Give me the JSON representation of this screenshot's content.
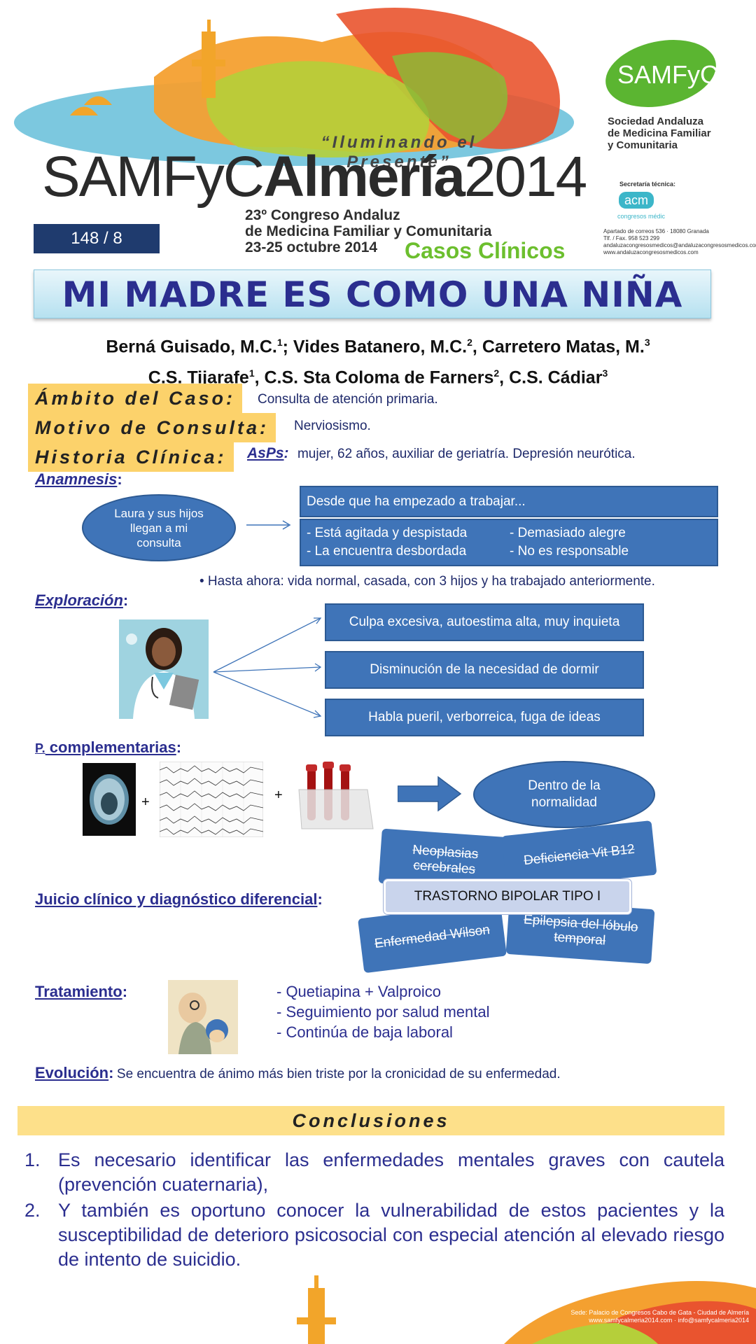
{
  "header": {
    "tagline": "“Iluminando el Presente”",
    "brand_part1": "SAMFyC",
    "brand_part2": "Almería",
    "brand_part3": "2014",
    "congress_line1": "23º Congreso Andaluz",
    "congress_line2": "de Medicina Familiar y Comunitaria",
    "congress_line3": "23-25 octubre 2014",
    "casos": "Casos Clínicos",
    "code": "148 / 8",
    "logo_text": "SAMFyC",
    "society_line1": "Sociedad Andaluza",
    "society_line2": "de Medicina Familiar",
    "society_line3": "y Comunitaria",
    "secretaria_label": "Secretaría técnica:",
    "acm_text": "acm",
    "acm_sub": "congresos médicos",
    "address_line1": "Apartado de correos 536 · 18080 Granada",
    "address_line2": "Tlf. / Fax. 958 523 299",
    "address_line3": "andaluzacongresosmedicos@andaluzacongresosmedicos.com",
    "address_line4": "www.andaluzacongresosmedicos.com"
  },
  "title": "MI MADRE ES COMO UNA NIÑA",
  "authors": {
    "line1_a": "Berná Guisado, M.C.",
    "line1_sup1": "1",
    "line1_b": "; Vides Batanero, M.C.",
    "line1_sup2": "2",
    "line1_c": ", Carretero Matas, M.",
    "line1_sup3": "3",
    "line2_a": "C.S. Tijarafe",
    "line2_sup1": "1",
    "line2_b": ", C.S. Sta Coloma de Farners",
    "line2_sup2": "2",
    "line2_c": ", C.S. Cádiar",
    "line2_sup3": "3"
  },
  "ambito": {
    "label": "Ámbito del Caso:",
    "value": "Consulta de atención primaria."
  },
  "motivo": {
    "label": "Motivo de Consulta:",
    "value": "Nerviosismo."
  },
  "historia": {
    "label": "Historia Clínica:",
    "asps_label": "AsPs",
    "asps_value": "mujer, 62 años, auxiliar de geriatría. Depresión neurótica."
  },
  "anamnesis": {
    "heading": "Anamnesis",
    "ellipse_text": "Laura y sus hijos  llegan a mi consulta",
    "box_header": "Desde que ha empezado  a trabajar...",
    "items_left": [
      "- Está agitada y despistada",
      "- La encuentra desbordada"
    ],
    "items_right": [
      "- Demasiado alegre",
      "- No es responsable"
    ],
    "note": "• Hasta ahora: vida normal, casada, con 3 hijos y ha trabajado anteriormente."
  },
  "exploracion": {
    "heading": "Exploración",
    "findings": [
      "Culpa excesiva, autoestima alta, muy inquieta",
      "Disminución de la necesidad de dormir",
      "Habla pueril, verborreica, fuga de ideas"
    ]
  },
  "complementarias": {
    "heading_p": "P.",
    "heading_rest": " complementarias",
    "plus": "+",
    "result": "Dentro de la normalidad"
  },
  "juicio": {
    "heading": "Juicio clínico y diagnóstico diferencial",
    "diagnosis": "TRASTORNO BIPOLAR TIPO I",
    "discarded": [
      "Neoplasias cerebrales",
      "Deficiencia Vit B12",
      "Enfermedad Wilson",
      "Epilepsia  del lóbulo temporal"
    ]
  },
  "tratamiento": {
    "heading": "Tratamiento",
    "items": [
      "- Quetiapina + Valproico",
      "- Seguimiento por salud mental",
      "- Continúa  de baja laboral"
    ]
  },
  "evolucion": {
    "heading": "Evolución",
    "text": "Se encuentra de ánimo más bien triste por la cronicidad de su enfermedad."
  },
  "conclusiones": {
    "heading": "Conclusiones",
    "items": [
      {
        "num": "1.",
        "text": "Es necesario identificar las enfermedades mentales graves con cautela (prevención cuaternaria),"
      },
      {
        "num": "2.",
        "text": "Y también es oportuno conocer la vulnerabilidad de estos pacientes y la susceptibilidad de deterioro psicosocial con especial atención al elevado riesgo de intento de suicidio."
      }
    ]
  },
  "footer": {
    "line1": "Sede: Palacio de Congresos Cabo de Gata - Ciudad de Almería",
    "line2": "www.samfycalmeria2014.com · info@samfycalmeria2014"
  }
}
